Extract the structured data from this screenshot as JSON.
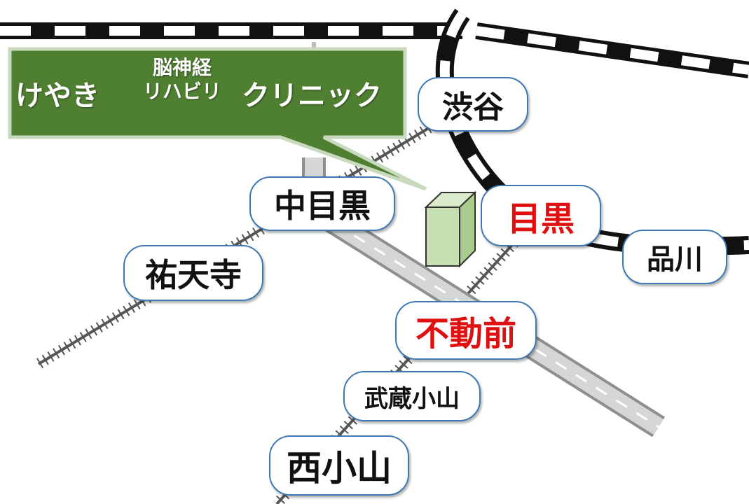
{
  "clinic": {
    "name_left": "けやき",
    "name_mid_top": "脳神経",
    "name_mid_bottom": "リハビリ",
    "name_right": "クリニック",
    "callout_color": "#4f7f30",
    "building_color": "#c6e0b4"
  },
  "stations": {
    "shibuya": "渋谷",
    "nakameguro": "中目黒",
    "meguro": "目黒",
    "yutenji": "祐天寺",
    "shinagawa": "品川",
    "fudomae": "不動前",
    "musashikoyama": "武蔵小山",
    "nishikoyama": "西小山"
  },
  "colors": {
    "highlight_text": "#e01010",
    "station_border": "#3f79b4"
  }
}
